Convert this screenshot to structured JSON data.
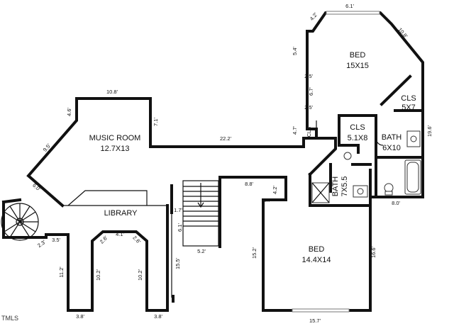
{
  "rooms": {
    "bed_upper": {
      "name": "BED",
      "size": "15X15"
    },
    "cls_upper": {
      "name": "CLS",
      "size": "5X7"
    },
    "music_room": {
      "name": "MUSIC ROOM",
      "size": "12.7X13"
    },
    "cls_small": {
      "name": "CLS"
    },
    "cls_mid": {
      "name": "CLS",
      "size": "5.1X8"
    },
    "bath_main": {
      "name": "BATH",
      "size": "6X10"
    },
    "bath_small": {
      "name": "BATH",
      "size": "7X5.5"
    },
    "library": {
      "name": "LIBRARY"
    },
    "bed_lower": {
      "name": "BED",
      "size": "14.4X14"
    }
  },
  "dimensions": {
    "d_6_1": "6.1'",
    "d_4_2_top": "4.2'",
    "d_10_8_diag": "10.8'",
    "d_5_4": "5.4'",
    "d_2_5_a": "2.5'",
    "d_6_7": "6.7'",
    "d_2_5_b": "2.5'",
    "d_4_7": "4.7'",
    "d_19_6": "19.6'",
    "d_10_8_music": "10.8'",
    "d_4_6": "4.6'",
    "d_7_1": "7.1'",
    "d_22_2": "22.2'",
    "d_9_5": "9.5'",
    "d_6_0": "6.0'",
    "d_8_8": "8.8'",
    "d_4_2_mid": "4.2'",
    "d_2_7": "2.7'",
    "d_1_7": "1.7'",
    "d_6_1_stair": "6.1'",
    "d_5_2": "5.2'",
    "d_15_5": "15.5'",
    "d_2_3": "2.3'",
    "d_3_5": "3.5'",
    "d_2_6_a": "2.6'",
    "d_4_1": "4.1'",
    "d_2_6_b": "2.6'",
    "d_11_2": "11.2'",
    "d_10_2_a": "10.2'",
    "d_10_2_b": "10.2'",
    "d_3_8_a": "3.8'",
    "d_3_8_b": "3.8'",
    "d_15_2": "15.2'",
    "d_16_6": "16.6'",
    "d_8_0": "8.0'",
    "d_15_7": "15.7'"
  },
  "watermark": "TMLS"
}
